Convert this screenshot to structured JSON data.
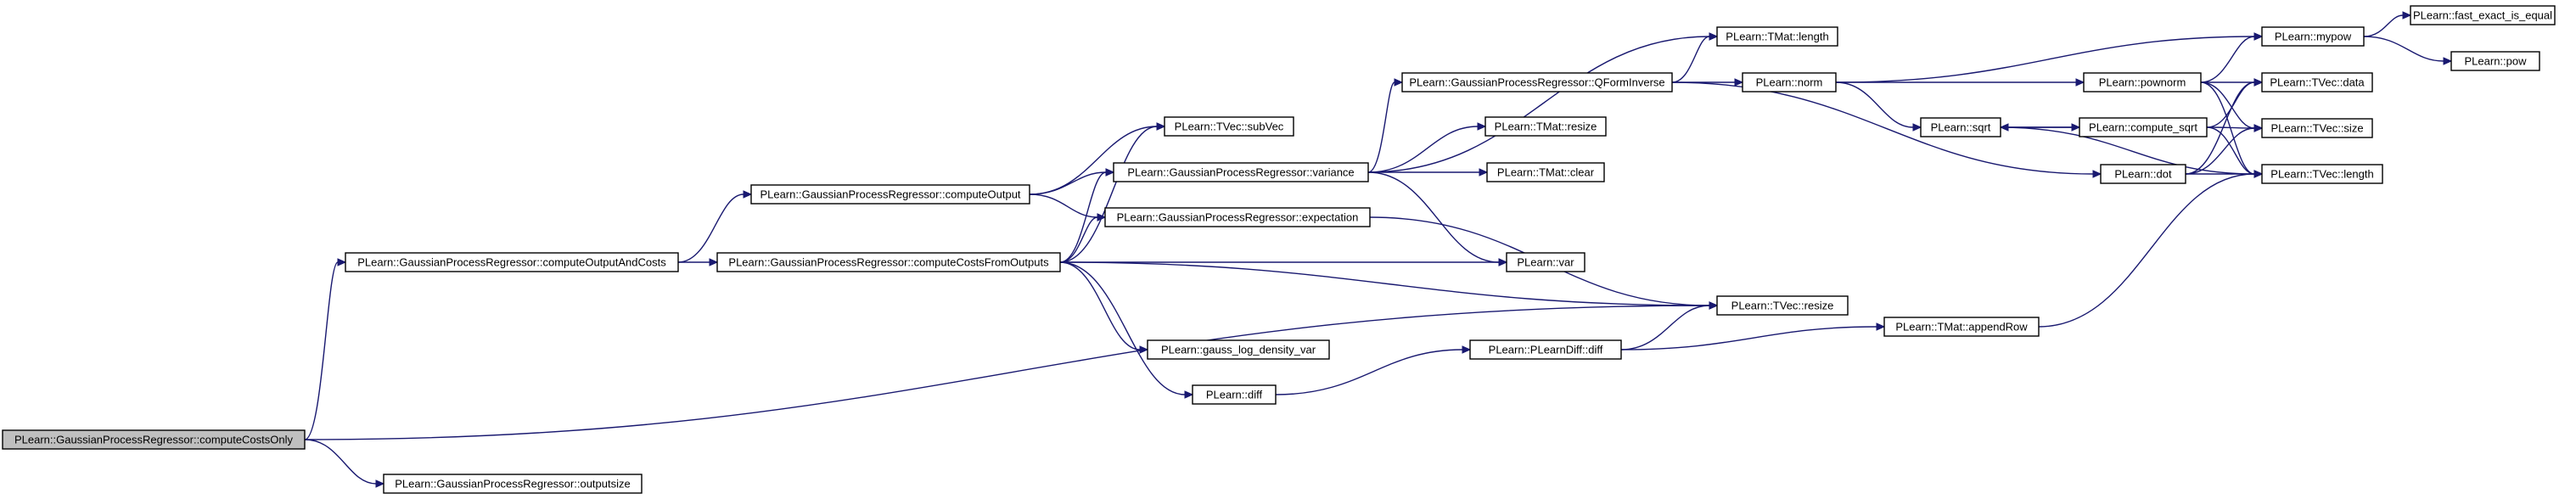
{
  "graph": {
    "nodes": [
      {
        "id": "computeCostsOnly",
        "label": "PLearn::GaussianProcessRegressor::computeCostsOnly",
        "root": true
      },
      {
        "id": "outputsize",
        "label": "PLearn::GaussianProcessRegressor::outputsize"
      },
      {
        "id": "computeOutputAndCosts",
        "label": "PLearn::GaussianProcessRegressor::computeOutputAndCosts"
      },
      {
        "id": "computeOutput",
        "label": "PLearn::GaussianProcessRegressor::computeOutput"
      },
      {
        "id": "computeCostsFromOutputs",
        "label": "PLearn::GaussianProcessRegressor::computeCostsFromOutputs"
      },
      {
        "id": "tvecSubVec",
        "label": "PLearn::TVec::subVec"
      },
      {
        "id": "variance",
        "label": "PLearn::GaussianProcessRegressor::variance"
      },
      {
        "id": "expectation",
        "label": "PLearn::GaussianProcessRegressor::expectation"
      },
      {
        "id": "gaussLog",
        "label": "PLearn::gauss_log_density_var"
      },
      {
        "id": "diff",
        "label": "PLearn::diff"
      },
      {
        "id": "qform",
        "label": "PLearn::GaussianProcessRegressor::QFormInverse"
      },
      {
        "id": "tmatResize",
        "label": "PLearn::TMat::resize"
      },
      {
        "id": "tmatClear",
        "label": "PLearn::TMat::clear"
      },
      {
        "id": "var",
        "label": "PLearn::var"
      },
      {
        "id": "plearnDiff",
        "label": "PLearn::PLearnDiff::diff"
      },
      {
        "id": "tmatLength",
        "label": "PLearn::TMat::length"
      },
      {
        "id": "norm",
        "label": "PLearn::norm"
      },
      {
        "id": "tvecResize",
        "label": "PLearn::TVec::resize"
      },
      {
        "id": "appendRow",
        "label": "PLearn::TMat::appendRow"
      },
      {
        "id": "sqrt",
        "label": "PLearn::sqrt"
      },
      {
        "id": "pownorm",
        "label": "PLearn::pownorm"
      },
      {
        "id": "computeSqrt",
        "label": "PLearn::compute_sqrt"
      },
      {
        "id": "dot",
        "label": "PLearn::dot"
      },
      {
        "id": "mypow",
        "label": "PLearn::mypow"
      },
      {
        "id": "tvecData",
        "label": "PLearn::TVec::data"
      },
      {
        "id": "tvecSize",
        "label": "PLearn::TVec::size"
      },
      {
        "id": "tvecLength",
        "label": "PLearn::TVec::length"
      },
      {
        "id": "fastExact",
        "label": "PLearn::fast_exact_is_equal"
      },
      {
        "id": "pow",
        "label": "PLearn::pow"
      }
    ],
    "edges": [
      [
        "computeCostsOnly",
        "computeOutputAndCosts"
      ],
      [
        "computeCostsOnly",
        "outputsize"
      ],
      [
        "computeCostsOnly",
        "tvecResize"
      ],
      [
        "computeOutputAndCosts",
        "computeOutput"
      ],
      [
        "computeOutputAndCosts",
        "computeCostsFromOutputs"
      ],
      [
        "computeOutput",
        "tvecSubVec"
      ],
      [
        "computeOutput",
        "variance"
      ],
      [
        "computeOutput",
        "expectation"
      ],
      [
        "computeCostsFromOutputs",
        "tvecSubVec"
      ],
      [
        "computeCostsFromOutputs",
        "variance"
      ],
      [
        "computeCostsFromOutputs",
        "expectation"
      ],
      [
        "computeCostsFromOutputs",
        "var"
      ],
      [
        "computeCostsFromOutputs",
        "tvecResize"
      ],
      [
        "computeCostsFromOutputs",
        "gaussLog"
      ],
      [
        "computeCostsFromOutputs",
        "diff"
      ],
      [
        "variance",
        "tmatLength"
      ],
      [
        "variance",
        "qform"
      ],
      [
        "variance",
        "tmatResize"
      ],
      [
        "variance",
        "tmatClear"
      ],
      [
        "variance",
        "var"
      ],
      [
        "expectation",
        "tvecResize"
      ],
      [
        "diff",
        "plearnDiff"
      ],
      [
        "plearnDiff",
        "tvecResize"
      ],
      [
        "plearnDiff",
        "appendRow"
      ],
      [
        "qform",
        "tmatLength"
      ],
      [
        "qform",
        "norm"
      ],
      [
        "qform",
        "dot"
      ],
      [
        "norm",
        "mypow"
      ],
      [
        "norm",
        "pownorm"
      ],
      [
        "norm",
        "sqrt"
      ],
      [
        "sqrt",
        "computeSqrt"
      ],
      [
        "sqrt",
        "tvecLength"
      ],
      [
        "computeSqrt",
        "sqrt"
      ],
      [
        "computeSqrt",
        "tvecData"
      ],
      [
        "computeSqrt",
        "tvecSize"
      ],
      [
        "computeSqrt",
        "tvecLength"
      ],
      [
        "pownorm",
        "mypow"
      ],
      [
        "pownorm",
        "tvecData"
      ],
      [
        "pownorm",
        "tvecSize"
      ],
      [
        "pownorm",
        "tvecLength"
      ],
      [
        "dot",
        "tvecData"
      ],
      [
        "dot",
        "tvecSize"
      ],
      [
        "dot",
        "tvecLength"
      ],
      [
        "appendRow",
        "tvecLength"
      ],
      [
        "mypow",
        "fastExact"
      ],
      [
        "mypow",
        "pow"
      ]
    ]
  }
}
